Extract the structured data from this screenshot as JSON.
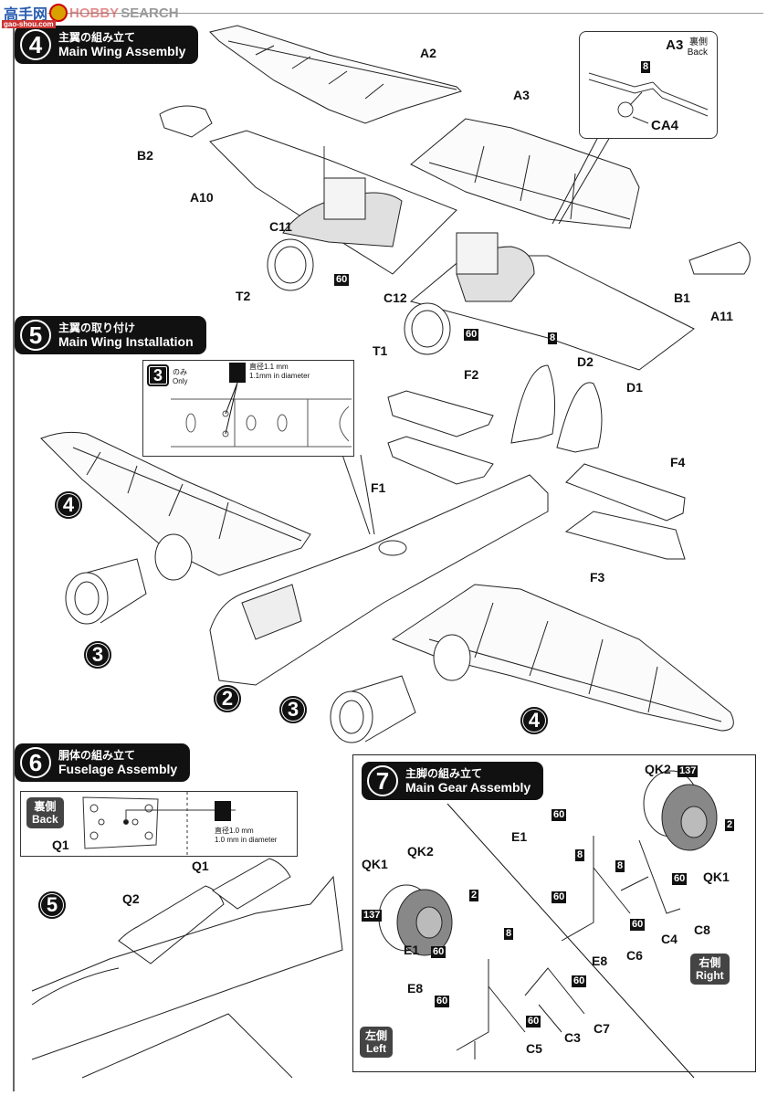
{
  "watermark": {
    "brand_cn": "高手网",
    "brand_en_1": "HOBBY",
    "brand_en_2": "SEARCH",
    "url": "gao-shou.com"
  },
  "steps": [
    {
      "number": "4",
      "title_jp": "主翼の組み立て",
      "title_en": "Main Wing Assembly"
    },
    {
      "number": "5",
      "title_jp": "主翼の取り付け",
      "title_en": "Main Wing Installation"
    },
    {
      "number": "6",
      "title_jp": "胴体の組み立て",
      "title_en": "Fuselage Assembly"
    },
    {
      "number": "7",
      "title_jp": "主脚の組み立て",
      "title_en": "Main Gear Assembly"
    }
  ],
  "step4": {
    "parts": [
      "A2",
      "A3",
      "B2",
      "A10",
      "C11",
      "T2",
      "C12",
      "T1",
      "B1",
      "A11"
    ],
    "color_codes": [
      "60",
      "60",
      "8"
    ],
    "detail": {
      "part": "A3",
      "side_jp": "裏側",
      "side_en": "Back",
      "color_code": "8",
      "insert_part": "CA4"
    }
  },
  "step5": {
    "parts": [
      "F2",
      "D2",
      "D1",
      "F1",
      "F4",
      "F3"
    ],
    "subassembly_refs": [
      "4",
      "3",
      "2",
      "3",
      "4"
    ],
    "drill_note": {
      "ref": "3",
      "only_jp": "のみ",
      "only_en": "Only",
      "diameter_jp": "直径1.1 mm",
      "diameter_en": "1.1mm in  diameter"
    }
  },
  "step6": {
    "parts": [
      "Q1",
      "Q2",
      "Q1"
    ],
    "subassembly_ref": "5",
    "drill_note": {
      "side_jp": "裏側",
      "side_en": "Back",
      "part": "Q1",
      "diameter_jp": "直径1.0 mm",
      "diameter_en": "1.0 mm in diameter"
    }
  },
  "step7": {
    "left": {
      "side_jp": "左側",
      "side_en": "Left",
      "parts": [
        "QK2",
        "QK1",
        "E1",
        "E8",
        "C5",
        "C3",
        "C7"
      ],
      "color_codes": [
        "137",
        "2",
        "60",
        "8",
        "60",
        "60",
        "60"
      ]
    },
    "right": {
      "side_jp": "右側",
      "side_en": "Right",
      "parts": [
        "QK2",
        "QK1",
        "E1",
        "E8",
        "C6",
        "C4",
        "C8"
      ],
      "color_codes": [
        "137",
        "2",
        "60",
        "8",
        "8",
        "60",
        "60",
        "60"
      ]
    }
  }
}
